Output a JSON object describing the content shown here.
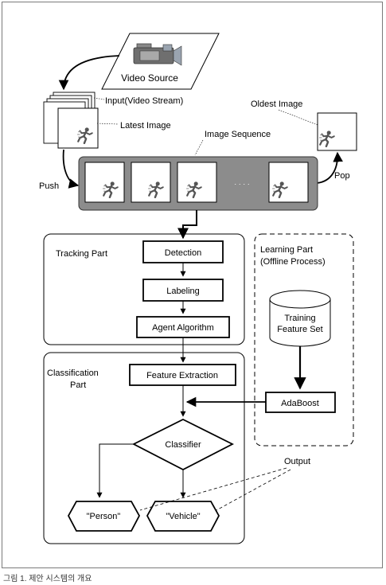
{
  "diagram": {
    "video_source": "Video Source",
    "input_label": "Input(Video Stream)",
    "latest_image_label": "Latest Image",
    "oldest_image_label": "Oldest Image",
    "image_sequence_label": "Image Sequence",
    "ellipsis": "· · · ·",
    "push_label": "Push",
    "pop_label": "Pop",
    "tracking_part": {
      "title": "Tracking Part",
      "steps": [
        "Detection",
        "Labeling",
        "Agent Algorithm"
      ]
    },
    "learning_part": {
      "title_line1": "Learning Part",
      "title_line2": "(Offline Process)",
      "db_line1": "Training",
      "db_line2": "Feature Set",
      "adaboost": "AdaBoost"
    },
    "classification_part": {
      "title_line1": "Classification",
      "title_line2": "Part",
      "feature_extraction": "Feature Extraction",
      "classifier": "Classifier",
      "output_label": "Output",
      "outputs": [
        "\"Person\"",
        "\"Vehicle\""
      ]
    }
  },
  "caption": "그림 1. 제안 시스템의 개요",
  "colors": {
    "sequence_band": "#8c8c8c",
    "camera_body": "#6f6f6f",
    "camera_lens": "#9aa4b0"
  },
  "icons": [
    "camera-icon",
    "running-person-icon"
  ]
}
